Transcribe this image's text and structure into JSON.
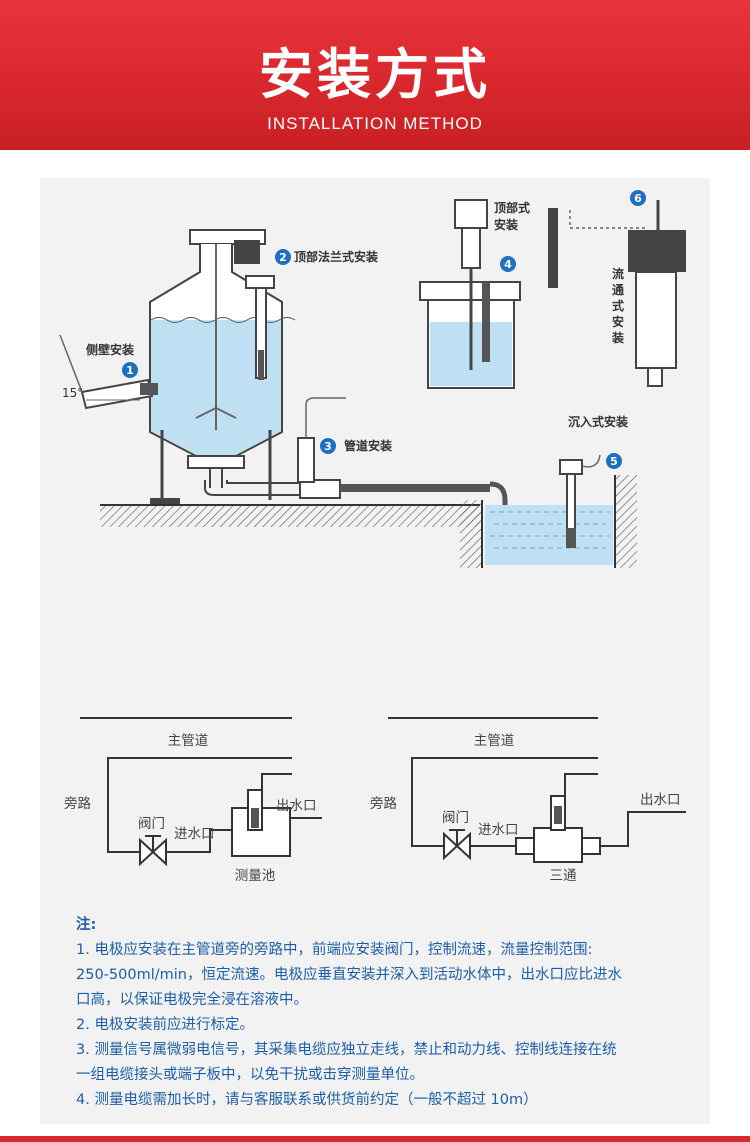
{
  "header": {
    "title": "安装方式",
    "subtitle": "INSTALLATION METHOD"
  },
  "diagram": {
    "labels": {
      "side_wall": "侧壁安装",
      "angle": "15°",
      "top_flange": "顶部法兰式安装",
      "pipeline": "管道安装",
      "top_type_line1": "顶部式",
      "top_type_line2": "安装",
      "flow_through": [
        "流",
        "通",
        "式",
        "安",
        "装"
      ],
      "immersion": "沉入式安装"
    },
    "markers": [
      "1",
      "2",
      "3",
      "4",
      "5",
      "6"
    ]
  },
  "schematics": {
    "left": {
      "main_pipe": "主管道",
      "bypass": "旁路",
      "valve": "阀门",
      "inlet": "进水口",
      "outlet": "出水口",
      "chamber": "测量池"
    },
    "right": {
      "main_pipe": "主管道",
      "bypass": "旁路",
      "valve": "阀门",
      "inlet": "进水口",
      "outlet": "出水口",
      "tee": "三通"
    }
  },
  "notes": {
    "title": "注:",
    "lines": [
      "1. 电极应安装在主管道旁的旁路中，前端应安装阀门，控制流速，流量控制范围:",
      "250-500ml/min，恒定流速。电极应垂直安装并深入到活动水体中，出水口应比进水",
      "口高，以保证电极完全浸在溶液中。",
      "2. 电极安装前应进行标定。",
      "3. 测量信号属微弱电信号，其采集电缆应独立走线，禁止和动力线、控制线连接在统",
      "一组电缆接头或端子板中，以免干扰或击穿测量单位。",
      "4. 测量电缆需加长时，请与客服联系或供货前约定（一般不超过 10m）"
    ]
  },
  "colors": {
    "header_red": "#d9282d",
    "marker_blue": "#1d6fc0",
    "water": "#bfe0f2",
    "note_text": "#1d5fa6"
  }
}
